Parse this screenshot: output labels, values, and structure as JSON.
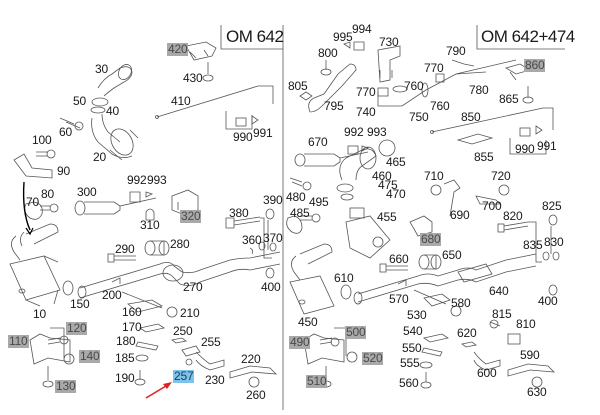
{
  "panels": [
    {
      "name": "left",
      "header": "OM 642"
    },
    {
      "name": "right",
      "header": "OM 642+474"
    }
  ],
  "colors": {
    "highlight_grey": "#a9a9a9",
    "highlight_blue": "#7ec4ea",
    "arrow_red": "#e0201f",
    "line": "#555555"
  },
  "labels_left": [
    {
      "text": "420",
      "style": "grey"
    },
    {
      "text": "430",
      "style": "plain"
    },
    {
      "text": "30",
      "style": "plain"
    },
    {
      "text": "50",
      "style": "plain"
    },
    {
      "text": "40",
      "style": "plain"
    },
    {
      "text": "410",
      "style": "plain"
    },
    {
      "text": "100",
      "style": "plain"
    },
    {
      "text": "60",
      "style": "plain"
    },
    {
      "text": "990",
      "style": "plain"
    },
    {
      "text": "991",
      "style": "plain"
    },
    {
      "text": "20",
      "style": "plain"
    },
    {
      "text": "90",
      "style": "plain"
    },
    {
      "text": "992",
      "style": "plain"
    },
    {
      "text": "993",
      "style": "plain"
    },
    {
      "text": "80",
      "style": "plain"
    },
    {
      "text": "300",
      "style": "plain"
    },
    {
      "text": "70",
      "style": "plain"
    },
    {
      "text": "390",
      "style": "plain"
    },
    {
      "text": "380",
      "style": "plain"
    },
    {
      "text": "320",
      "style": "grey"
    },
    {
      "text": "310",
      "style": "plain"
    },
    {
      "text": "360",
      "style": "plain"
    },
    {
      "text": "370",
      "style": "plain"
    },
    {
      "text": "290",
      "style": "plain"
    },
    {
      "text": "280",
      "style": "plain"
    },
    {
      "text": "270",
      "style": "plain"
    },
    {
      "text": "400",
      "style": "plain"
    },
    {
      "text": "200",
      "style": "plain"
    },
    {
      "text": "150",
      "style": "plain"
    },
    {
      "text": "10",
      "style": "plain"
    },
    {
      "text": "160",
      "style": "plain"
    },
    {
      "text": "210",
      "style": "plain"
    },
    {
      "text": "120",
      "style": "grey"
    },
    {
      "text": "110",
      "style": "grey"
    },
    {
      "text": "170",
      "style": "plain"
    },
    {
      "text": "250",
      "style": "plain"
    },
    {
      "text": "140",
      "style": "grey"
    },
    {
      "text": "180",
      "style": "plain"
    },
    {
      "text": "255",
      "style": "plain"
    },
    {
      "text": "185",
      "style": "plain"
    },
    {
      "text": "220",
      "style": "plain"
    },
    {
      "text": "190",
      "style": "plain"
    },
    {
      "text": "257",
      "style": "blue"
    },
    {
      "text": "230",
      "style": "plain"
    },
    {
      "text": "130",
      "style": "grey"
    },
    {
      "text": "260",
      "style": "plain"
    }
  ],
  "labels_right": [
    {
      "text": "995",
      "style": "plain"
    },
    {
      "text": "994",
      "style": "plain"
    },
    {
      "text": "730",
      "style": "plain"
    },
    {
      "text": "800",
      "style": "plain"
    },
    {
      "text": "790",
      "style": "plain"
    },
    {
      "text": "770",
      "style": "plain"
    },
    {
      "text": "860",
      "style": "grey"
    },
    {
      "text": "805",
      "style": "plain"
    },
    {
      "text": "770",
      "style": "plain"
    },
    {
      "text": "760",
      "style": "plain"
    },
    {
      "text": "780",
      "style": "plain"
    },
    {
      "text": "795",
      "style": "plain"
    },
    {
      "text": "740",
      "style": "plain"
    },
    {
      "text": "760",
      "style": "plain"
    },
    {
      "text": "865",
      "style": "plain"
    },
    {
      "text": "750",
      "style": "plain"
    },
    {
      "text": "850",
      "style": "plain"
    },
    {
      "text": "992",
      "style": "plain"
    },
    {
      "text": "993",
      "style": "plain"
    },
    {
      "text": "670",
      "style": "plain"
    },
    {
      "text": "990",
      "style": "plain"
    },
    {
      "text": "991",
      "style": "plain"
    },
    {
      "text": "855",
      "style": "plain"
    },
    {
      "text": "465",
      "style": "plain"
    },
    {
      "text": "460",
      "style": "plain"
    },
    {
      "text": "475",
      "style": "plain"
    },
    {
      "text": "710",
      "style": "plain"
    },
    {
      "text": "720",
      "style": "plain"
    },
    {
      "text": "470",
      "style": "plain"
    },
    {
      "text": "480",
      "style": "plain"
    },
    {
      "text": "495",
      "style": "plain"
    },
    {
      "text": "700",
      "style": "plain"
    },
    {
      "text": "825",
      "style": "plain"
    },
    {
      "text": "485",
      "style": "plain"
    },
    {
      "text": "690",
      "style": "plain"
    },
    {
      "text": "455",
      "style": "plain"
    },
    {
      "text": "820",
      "style": "plain"
    },
    {
      "text": "680",
      "style": "grey"
    },
    {
      "text": "835",
      "style": "plain"
    },
    {
      "text": "830",
      "style": "plain"
    },
    {
      "text": "660",
      "style": "plain"
    },
    {
      "text": "650",
      "style": "plain"
    },
    {
      "text": "610",
      "style": "plain"
    },
    {
      "text": "640",
      "style": "plain"
    },
    {
      "text": "570",
      "style": "plain"
    },
    {
      "text": "400",
      "style": "plain"
    },
    {
      "text": "580",
      "style": "plain"
    },
    {
      "text": "450",
      "style": "plain"
    },
    {
      "text": "530",
      "style": "plain"
    },
    {
      "text": "815",
      "style": "plain"
    },
    {
      "text": "500",
      "style": "grey"
    },
    {
      "text": "810",
      "style": "plain"
    },
    {
      "text": "540",
      "style": "plain"
    },
    {
      "text": "620",
      "style": "plain"
    },
    {
      "text": "490",
      "style": "grey"
    },
    {
      "text": "520",
      "style": "grey"
    },
    {
      "text": "550",
      "style": "plain"
    },
    {
      "text": "590",
      "style": "plain"
    },
    {
      "text": "555",
      "style": "plain"
    },
    {
      "text": "600",
      "style": "plain"
    },
    {
      "text": "510",
      "style": "grey"
    },
    {
      "text": "560",
      "style": "plain"
    },
    {
      "text": "630",
      "style": "plain"
    }
  ]
}
